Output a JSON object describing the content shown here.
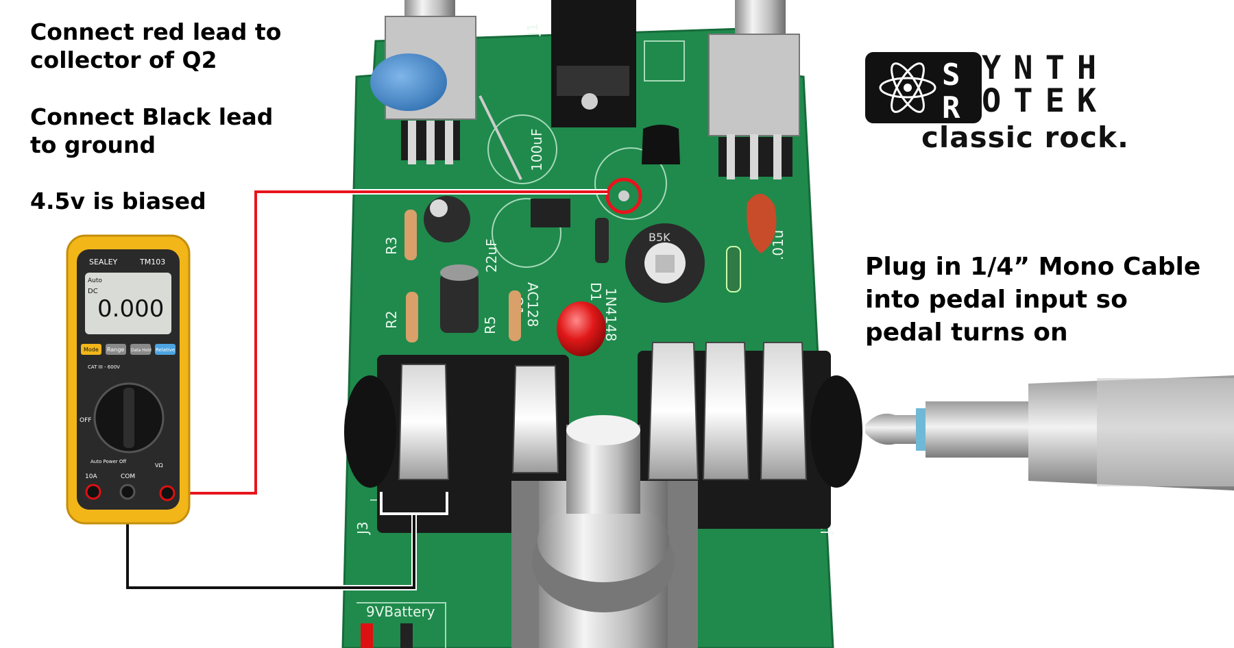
{
  "instructions": {
    "line1a": "Connect red lead to",
    "line1b": "collector of Q2",
    "line2a": "Connect Black lead",
    "line2b": "to ground",
    "line3": "4.5v is biased"
  },
  "plug_instructions": {
    "line1": "Plug in 1/4” Mono Cable",
    "line2": "into pedal input so",
    "line3": "pedal turns on"
  },
  "logo": {
    "row1": "YNTH",
    "row2": "OTEK",
    "tagline": "classic rock."
  },
  "multimeter": {
    "brand": "SEALEY",
    "model": "TM103",
    "display_value": "0.000",
    "display_auto": "Auto",
    "display_dc": "DC",
    "btn_mode": "Mode",
    "btn_range": "Range",
    "btn_hold": "Data Hold",
    "btn_relative": "Relative",
    "cat_rating": "CAT III - 600V",
    "off_label": "OFF",
    "auto_power": "Auto Power Off",
    "jack_10a": "10A",
    "jack_com": "COM",
    "jack_v": "VΩ"
  },
  "pcb_labels": {
    "r3": "R3",
    "r2": "R2",
    "r5": "R5",
    "q1": "Q1",
    "d1": "D1",
    "cap_22": "22uF",
    "ac128": "AC128",
    "diode": "1N4148",
    "c100": "100uF",
    "j1": "J1",
    "j2": "J2",
    "j3": "J3",
    "battery": "9VBattery",
    "cap_01": ".01u",
    "trim": "B5K"
  },
  "colors": {
    "red_lead": "#e8141c",
    "black_lead": "#111111",
    "pcb_green": "#1f8a4c",
    "meter_yellow": "#f2b619"
  }
}
